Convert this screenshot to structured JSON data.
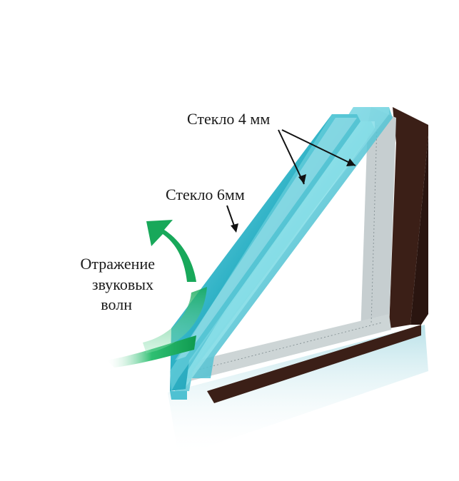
{
  "labels": {
    "glass_4mm": "Стекло 4 мм",
    "glass_6mm": "Стекло 6мм",
    "sound_reflection": [
      "Отражение",
      "звуковых",
      "волн"
    ]
  },
  "colors": {
    "glass": "#2bb4c9",
    "glass_edge": "#7fdbe6",
    "frame_dark": "#3b1f17",
    "spacer": "#b9c2c4",
    "arrow_green": "#1aa35c",
    "arrow_light": "#7ddba6"
  }
}
